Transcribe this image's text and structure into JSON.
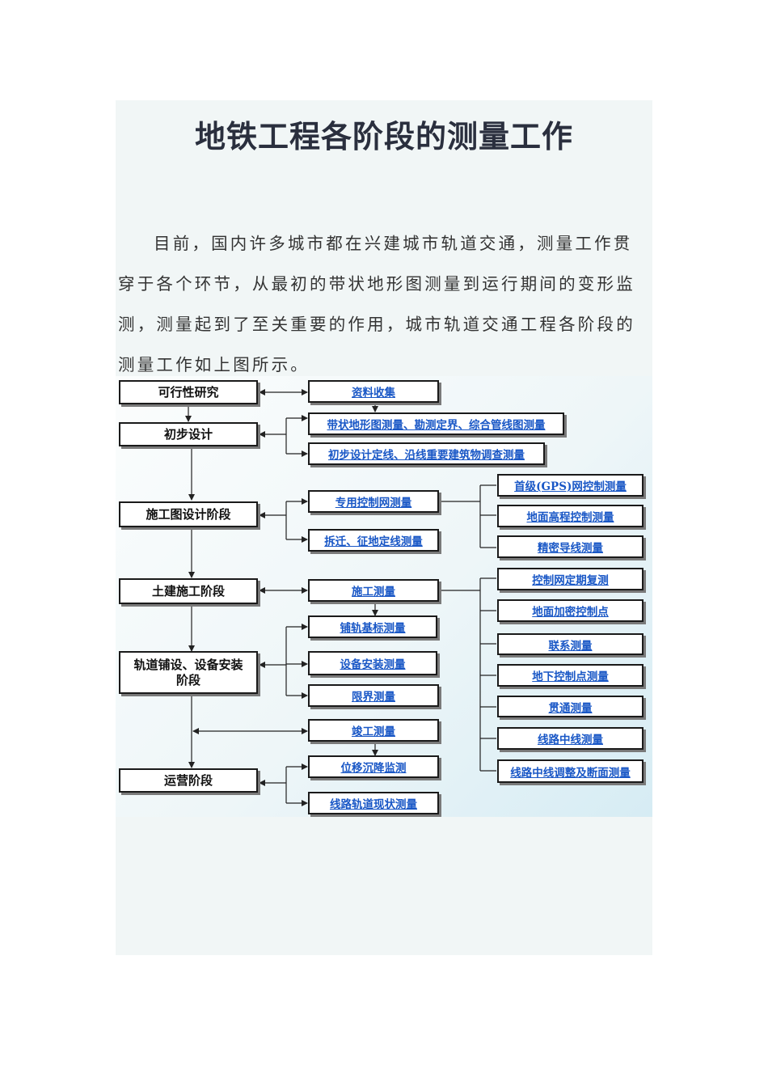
{
  "document": {
    "title": "地铁工程各阶段的测量工作",
    "paragraph": "目前，国内许多城市都在兴建城市轨道交通，测量工作贯穿于各个环节，从最初的带状地形图测量到运行期间的变形监测，测量起到了至关重要的作用，城市轨道交通工程各阶段的测量工作如上图所示。"
  },
  "flowchart": {
    "stages": [
      {
        "id": "feasibility",
        "label": "可行性研究"
      },
      {
        "id": "preliminary",
        "label": "初步设计"
      },
      {
        "id": "construction_drawing",
        "label": "施工图设计阶段"
      },
      {
        "id": "civil",
        "label": "土建施工阶段"
      },
      {
        "id": "track",
        "label": "轨道铺设、设备安装阶段"
      },
      {
        "id": "operation",
        "label": "运营阶段"
      }
    ],
    "tasks": [
      {
        "id": "data_collection",
        "label": "资料收集"
      },
      {
        "id": "strip_topo",
        "label": "带状地形图测量、勘测定界、综合管线图测量"
      },
      {
        "id": "prelim_alignment",
        "label": "初步设计定线、沿线重要建筑物调查测量"
      },
      {
        "id": "control_network",
        "label": "专用控制网测量"
      },
      {
        "id": "demolition",
        "label": "拆迁、征地定线测量"
      },
      {
        "id": "construction_survey",
        "label": "施工测量"
      },
      {
        "id": "track_base",
        "label": "铺轨基标测量"
      },
      {
        "id": "equipment",
        "label": "设备安装测量"
      },
      {
        "id": "clearance",
        "label": "限界测量"
      },
      {
        "id": "completion",
        "label": "竣工测量"
      },
      {
        "id": "settlement",
        "label": "位移沉降监测"
      },
      {
        "id": "track_status",
        "label": "线路轨道现状测量"
      }
    ],
    "sub_tasks": [
      {
        "id": "gps",
        "label": "首级(GPS)网控制测量"
      },
      {
        "id": "elevation",
        "label": "地面高程控制测量"
      },
      {
        "id": "traverse",
        "label": "精密导线测量"
      },
      {
        "id": "periodic",
        "label": "控制网定期复测"
      },
      {
        "id": "densify",
        "label": "地面加密控制点"
      },
      {
        "id": "connection",
        "label": "联系测量"
      },
      {
        "id": "underground",
        "label": "地下控制点测量"
      },
      {
        "id": "breakthrough",
        "label": "贯通测量"
      },
      {
        "id": "centerline",
        "label": "线路中线测量"
      },
      {
        "id": "adjust_section",
        "label": "线路中线调整及断面测量"
      }
    ]
  }
}
